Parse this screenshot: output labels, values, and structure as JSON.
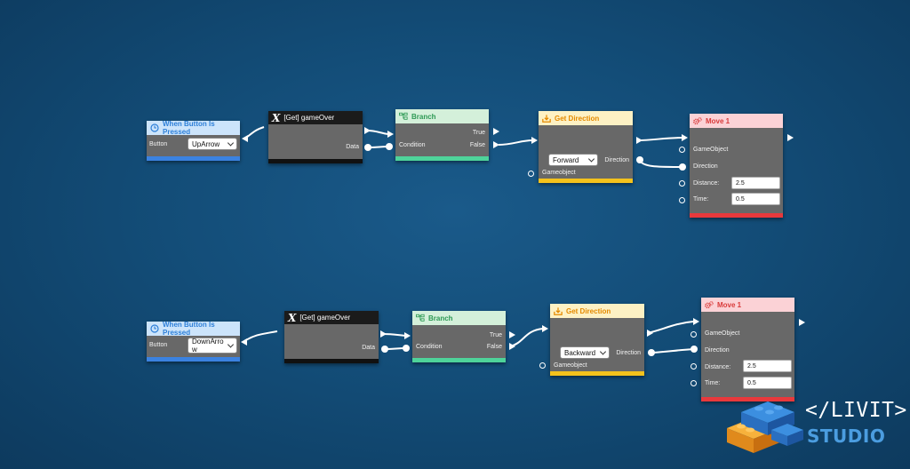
{
  "graph": {
    "row1": {
      "event": {
        "title": "When Button Is Pressed",
        "button_label": "Button",
        "button_value": "UpArrow"
      },
      "getvar": {
        "title": "[Get] gameOver",
        "data_label": "Data"
      },
      "branch": {
        "title": "Branch",
        "condition_label": "Condition",
        "true_label": "True",
        "false_label": "False"
      },
      "getdir": {
        "title": "Get Direction",
        "direction_value": "Forward",
        "direction_label": "Direction",
        "gameobject_label": "Gameobject"
      },
      "move": {
        "title": "Move 1",
        "gameobject_label": "GameObject",
        "direction_label": "Direction",
        "distance_label": "Distance:",
        "distance_value": "2.5",
        "time_label": "Time:",
        "time_value": "0.5"
      }
    },
    "row2": {
      "event": {
        "title": "When Button Is Pressed",
        "button_label": "Button",
        "button_value": "DownArrow"
      },
      "getvar": {
        "title": "[Get] gameOver",
        "data_label": "Data"
      },
      "branch": {
        "title": "Branch",
        "condition_label": "Condition",
        "true_label": "True",
        "false_label": "False"
      },
      "getdir": {
        "title": "Get Direction",
        "direction_value": "Backward",
        "direction_label": "Direction",
        "gameobject_label": "Gameobject"
      },
      "move": {
        "title": "Move 1",
        "gameobject_label": "GameObject",
        "direction_label": "Direction",
        "distance_label": "Distance:",
        "distance_value": "2.5",
        "time_label": "Time:",
        "time_value": "0.5"
      }
    }
  },
  "logo": {
    "line1": "</LIVIT>",
    "line2": "STUDIO"
  },
  "colors": {
    "background": "#134d78",
    "event_header": "#cce4fb",
    "event_footer": "#3b82e0",
    "getvar_header": "#1b1b1b",
    "branch_header": "#d4f0da",
    "branch_footer": "#4ed39a",
    "getdir_header": "#fdf1c4",
    "getdir_footer": "#f4c21c",
    "move_header": "#fbd2d6",
    "move_footer": "#e8393c"
  },
  "icons": {
    "event": "clock-icon",
    "getvar": "variable-x-icon",
    "branch": "branch-icon",
    "getdir": "download-arrow-icon",
    "move": "gears-icon"
  }
}
